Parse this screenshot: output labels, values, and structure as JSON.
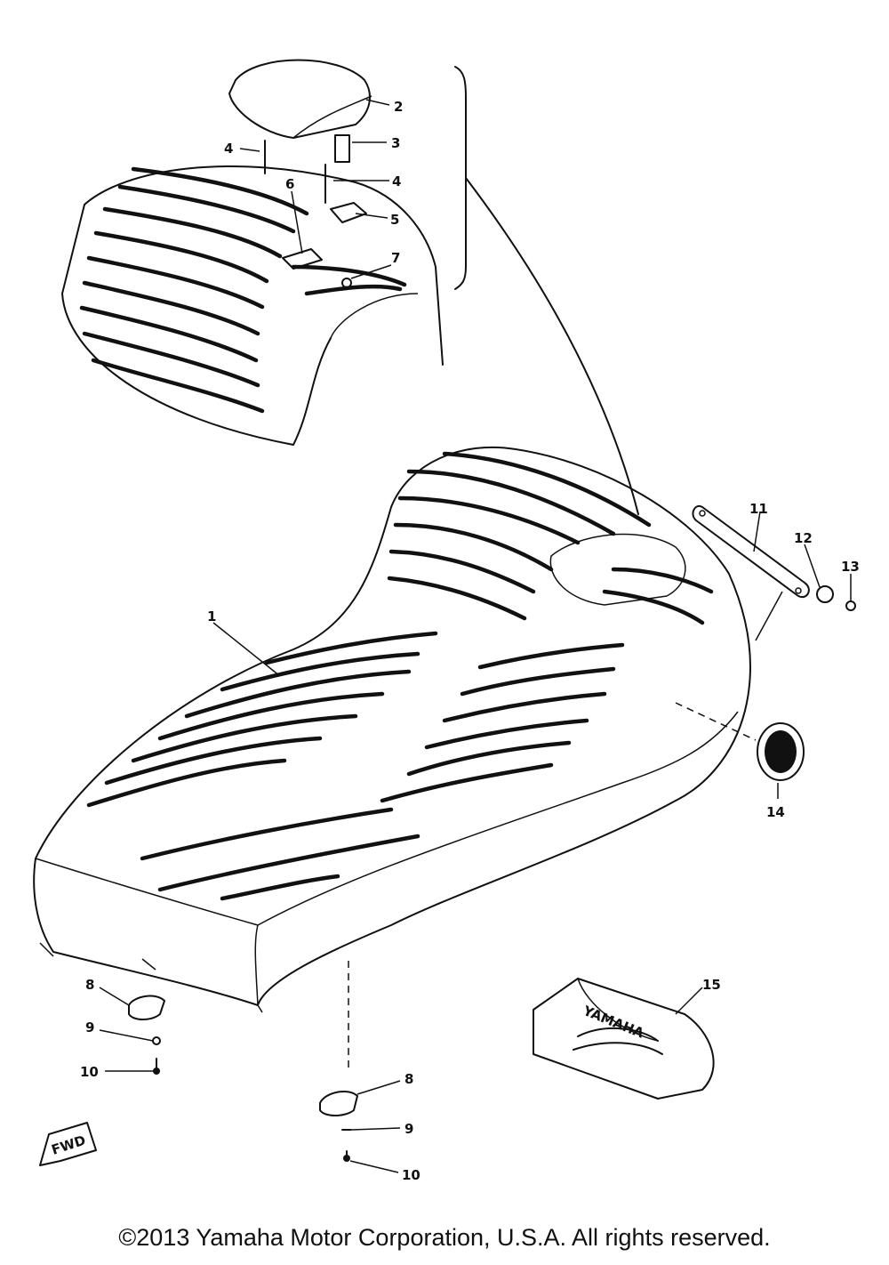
{
  "callouts": {
    "c1": "1",
    "c2": "2",
    "c3": "3",
    "c4a": "4",
    "c4b": "4",
    "c5": "5",
    "c6": "6",
    "c7": "7",
    "c8a": "8",
    "c8b": "8",
    "c9a": "9",
    "c9b": "9",
    "c10a": "10",
    "c10b": "10",
    "c11": "11",
    "c12": "12",
    "c13": "13",
    "c14": "14",
    "c15": "15"
  },
  "fwd_label": "FWD",
  "bag_print": "YAMAHA",
  "copyright": "©2013 Yamaha Motor Corporation, U.S.A. All rights reserved."
}
